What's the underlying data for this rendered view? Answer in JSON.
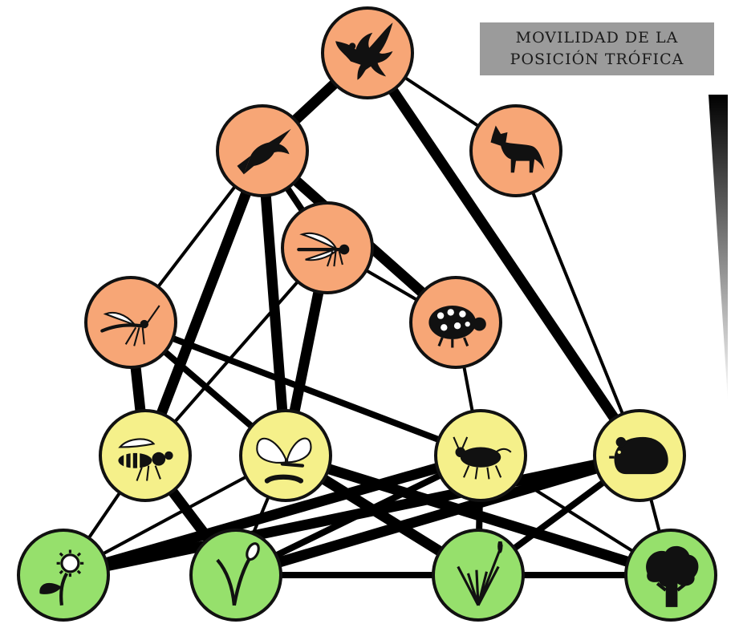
{
  "title": {
    "line1": "MOVILIDAD DE LA",
    "line2": "POSICIÓN TRÓFICA"
  },
  "colors": {
    "predator_fill": "#f7a676",
    "consumer_fill": "#f5f08a",
    "producer_fill": "#96e06c",
    "node_stroke": "#111111",
    "edge": "#000000",
    "title_box": "#9b9b9b"
  },
  "levels": [
    {
      "id": "top-predators",
      "color_key": "predator_fill"
    },
    {
      "id": "primary-consumers",
      "color_key": "consumer_fill"
    },
    {
      "id": "producers",
      "color_key": "producer_fill"
    }
  ],
  "nodes": [
    {
      "id": "eagle",
      "icon": "eagle-icon",
      "level": "top-predators"
    },
    {
      "id": "swallow",
      "icon": "swallow-icon",
      "level": "top-predators"
    },
    {
      "id": "fox",
      "icon": "fox-icon",
      "level": "top-predators"
    },
    {
      "id": "dragonfly",
      "icon": "dragonfly-icon",
      "level": "top-predators"
    },
    {
      "id": "mosquito",
      "icon": "mosquito-icon",
      "level": "top-predators"
    },
    {
      "id": "ladybug",
      "icon": "ladybug-icon",
      "level": "top-predators"
    },
    {
      "id": "wasp",
      "icon": "wasp-icon",
      "level": "primary-consumers"
    },
    {
      "id": "butterfly",
      "icon": "butterfly-icon",
      "level": "primary-consumers"
    },
    {
      "id": "aphid",
      "icon": "aphid-icon",
      "level": "primary-consumers"
    },
    {
      "id": "rodent",
      "icon": "rodent-icon",
      "level": "primary-consumers"
    },
    {
      "id": "sunflower",
      "icon": "sunflower-icon",
      "level": "producers"
    },
    {
      "id": "sprout",
      "icon": "sprout-icon",
      "level": "producers"
    },
    {
      "id": "grass",
      "icon": "grass-icon",
      "level": "producers"
    },
    {
      "id": "tree",
      "icon": "tree-icon",
      "level": "producers"
    }
  ],
  "edges": [
    {
      "from": "eagle",
      "to": "swallow",
      "weight": 3
    },
    {
      "from": "eagle",
      "to": "fox",
      "weight": 1
    },
    {
      "from": "eagle",
      "to": "rodent",
      "weight": 3
    },
    {
      "from": "fox",
      "to": "rodent",
      "weight": 1
    },
    {
      "from": "swallow",
      "to": "dragonfly",
      "weight": 2
    },
    {
      "from": "swallow",
      "to": "ladybug",
      "weight": 3
    },
    {
      "from": "swallow",
      "to": "mosquito",
      "weight": 1
    },
    {
      "from": "swallow",
      "to": "wasp",
      "weight": 3
    },
    {
      "from": "swallow",
      "to": "butterfly",
      "weight": 3
    },
    {
      "from": "dragonfly",
      "to": "butterfly",
      "weight": 3
    },
    {
      "from": "dragonfly",
      "to": "wasp",
      "weight": 1
    },
    {
      "from": "dragonfly",
      "to": "ladybug",
      "weight": 1
    },
    {
      "from": "mosquito",
      "to": "wasp",
      "weight": 3
    },
    {
      "from": "mosquito",
      "to": "butterfly",
      "weight": 2
    },
    {
      "from": "mosquito",
      "to": "aphid",
      "weight": 2
    },
    {
      "from": "ladybug",
      "to": "aphid",
      "weight": 1
    },
    {
      "from": "wasp",
      "to": "sunflower",
      "weight": 1
    },
    {
      "from": "wasp",
      "to": "sprout",
      "weight": 3
    },
    {
      "from": "butterfly",
      "to": "sprout",
      "weight": 1
    },
    {
      "from": "butterfly",
      "to": "grass",
      "weight": 3
    },
    {
      "from": "butterfly",
      "to": "tree",
      "weight": 3
    },
    {
      "from": "aphid",
      "to": "sunflower",
      "weight": 3
    },
    {
      "from": "aphid",
      "to": "sprout",
      "weight": 2
    },
    {
      "from": "aphid",
      "to": "tree",
      "weight": 1
    },
    {
      "from": "rodent",
      "to": "sunflower",
      "weight": 3
    },
    {
      "from": "rodent",
      "to": "sprout",
      "weight": 3
    },
    {
      "from": "rodent",
      "to": "grass",
      "weight": 2
    },
    {
      "from": "rodent",
      "to": "tree",
      "weight": 1
    },
    {
      "from": "sunflower",
      "to": "butterfly",
      "weight": 1
    },
    {
      "from": "grass",
      "to": "aphid",
      "weight": 2
    },
    {
      "from": "sprout",
      "to": "tree",
      "weight": 2
    }
  ]
}
